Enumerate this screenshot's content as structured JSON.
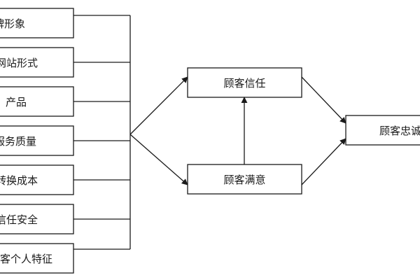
{
  "factors": [
    {
      "id": "brand-image",
      "label": "品牌形象"
    },
    {
      "id": "website-form",
      "label": "网站形式"
    },
    {
      "id": "product",
      "label": "产品"
    },
    {
      "id": "service-quality",
      "label": "服务质量"
    },
    {
      "id": "switching-cost",
      "label": "转换成本"
    },
    {
      "id": "trust-security",
      "label": "信任安全"
    },
    {
      "id": "customer-traits",
      "label": "顾客个人特征"
    }
  ],
  "center": {
    "trust": "顾客信任",
    "satisfaction": "顾客满意"
  },
  "outcome": {
    "loyalty": "顾客忠诚"
  },
  "colors": {
    "stroke": "#1a1a1a",
    "box_fill": "#ffffff",
    "background": "#ffffff"
  }
}
